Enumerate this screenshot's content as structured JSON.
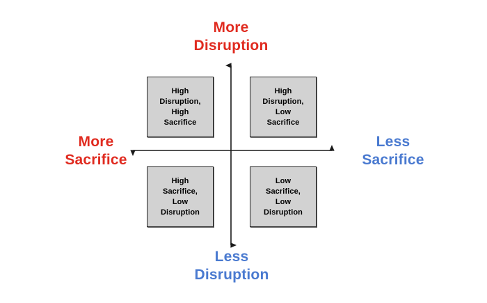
{
  "diagram": {
    "title": "Disruption vs Sacrifice 2x2 Matrix",
    "type": "quadrant-matrix",
    "colors": {
      "more_label": "#e02b20",
      "less_label": "#4a7ad0",
      "box_fill": "#d2d2d2",
      "box_border": "#222222",
      "axis": "#1a1a1a",
      "background": "#ffffff"
    },
    "axes": {
      "vertical": {
        "name": "Disruption",
        "top_label": "More\nDisruption",
        "bottom_label": "Less\nDisruption",
        "top_color": "#e02b20",
        "bottom_color": "#4a7ad0",
        "arrows": "both"
      },
      "horizontal": {
        "name": "Sacrifice",
        "left_label": "More\nSacrifice",
        "right_label": "Less\nSacrifice",
        "left_color": "#e02b20",
        "right_color": "#4a7ad0",
        "arrows": "both"
      }
    },
    "quadrants": [
      {
        "position": "top-left",
        "text": "High\nDisruption,\nHigh\nSacrifice",
        "disruption": "High",
        "sacrifice": "High"
      },
      {
        "position": "top-right",
        "text": "High\nDisruption,\nLow\nSacrifice",
        "disruption": "High",
        "sacrifice": "Low"
      },
      {
        "position": "bottom-left",
        "text": "High\nSacrifice,\nLow\nDisruption",
        "disruption": "Low",
        "sacrifice": "High"
      },
      {
        "position": "bottom-right",
        "text": "Low\nSacrifice,\nLow\nDisruption",
        "disruption": "Low",
        "sacrifice": "Low"
      }
    ]
  }
}
